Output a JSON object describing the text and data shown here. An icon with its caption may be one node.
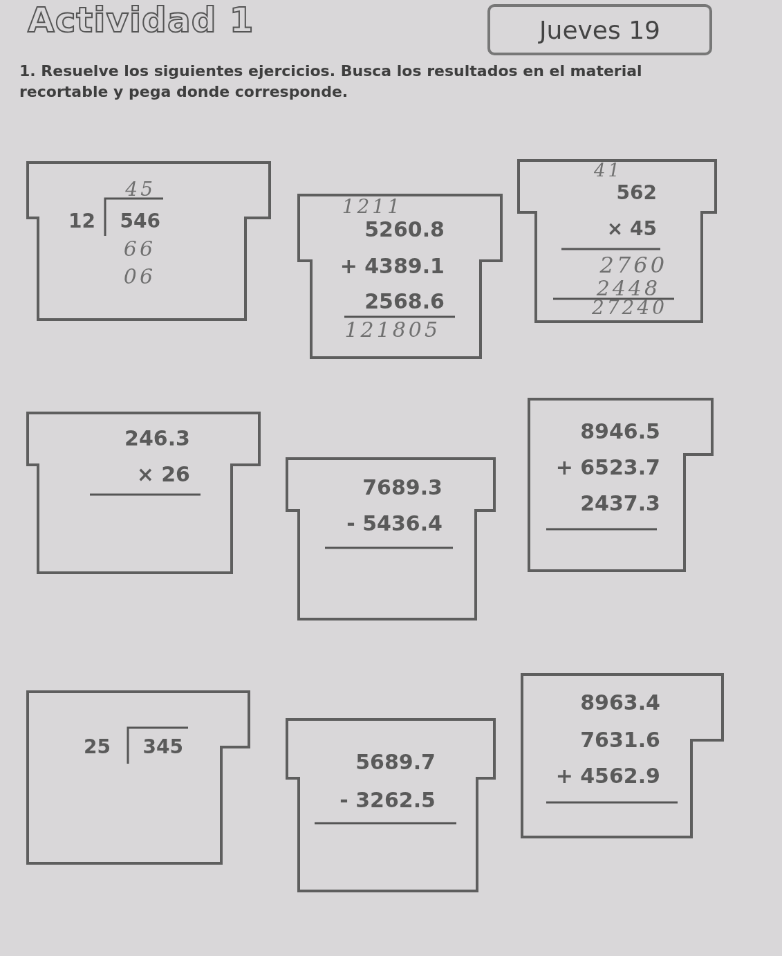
{
  "diagram": {
    "title": "Actividad 1",
    "nodes": [
      {
        "text": [
          "Jueves 19"
        ]
      },
      {
        "text": [
          "45",
          "12",
          "546",
          "66",
          "06"
        ]
      },
      {
        "text": [
          "1211",
          "5260.8",
          "+ 4389.1",
          "2568.6",
          "121805"
        ]
      },
      {
        "text": [
          "41",
          "562",
          "× 45",
          "2760",
          "2448",
          "27240"
        ]
      },
      {
        "text": [
          "246.3",
          "× 26"
        ]
      },
      {
        "text": [
          "7689.3",
          "- 5436.4"
        ]
      },
      {
        "text": [
          "8946.5",
          "+ 6523.7",
          "2437.3"
        ]
      },
      {
        "text": [
          "25",
          "345"
        ]
      },
      {
        "text": [
          "5689.7",
          "- 3262.5"
        ]
      },
      {
        "text": [
          "8963.4",
          "7631.6",
          "+ 4562.9"
        ]
      }
    ],
    "labels": [
      "1. Resuelve los siguientes ejercicios. Busca los resultados en el material recortable y pega donde corresponde."
    ]
  }
}
